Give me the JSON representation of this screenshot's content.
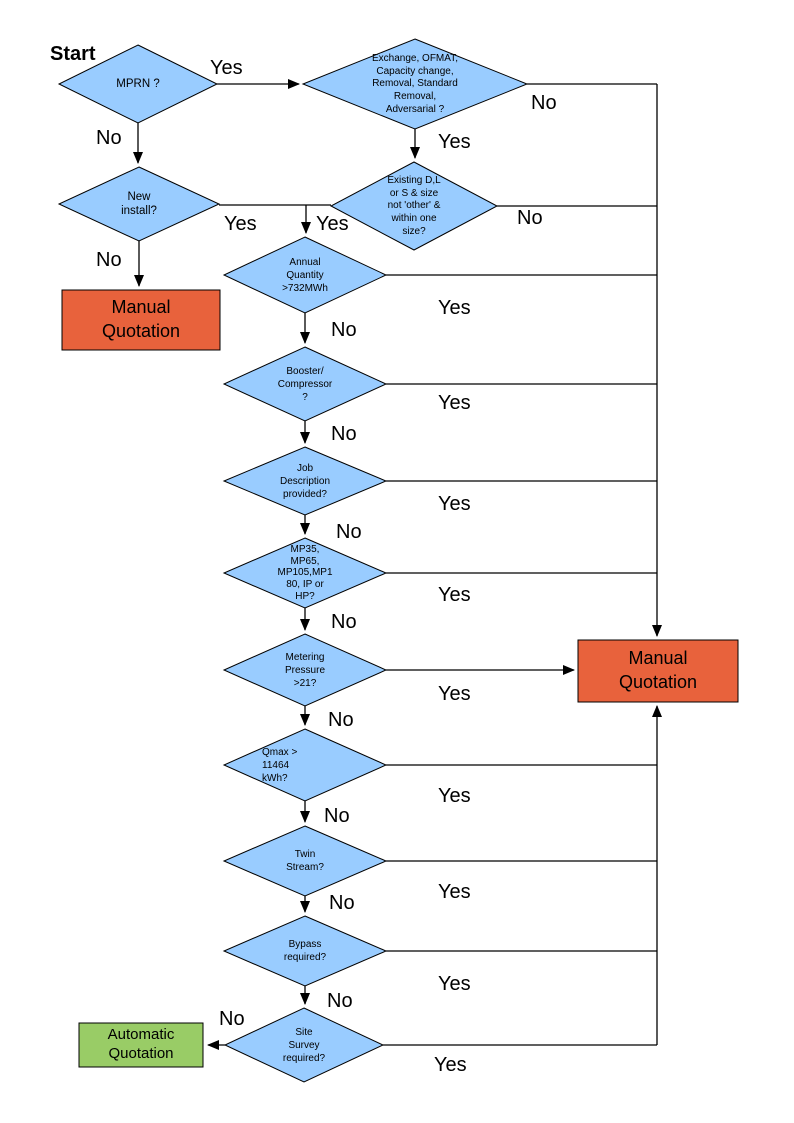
{
  "diagram": {
    "start_label": "Start",
    "decisions": {
      "mprn": "MPRN ?",
      "exchange": "Exchange, OFMAT,\nCapacity change,\nRemoval, Standard\nRemoval,\nAdversarial ?",
      "new_install": "New\ninstall?",
      "existing": "Existing D,L\nor S & size\nnot 'other' &\nwithin one\nsize?",
      "annual": "Annual\nQuantity\n>732MWh",
      "booster": "Booster/\nCompressor\n?",
      "job": "Job\nDescription\nprovided?",
      "mp": "MP35,\nMP65,\nMP105,MP1\n80, IP or\nHP?",
      "metering": "Metering\nPressure\n>21?",
      "qmax": "Qmax >\n11464\nkWh?",
      "twin": "Twin\nStream?",
      "bypass": "Bypass\nrequired?",
      "site": "Site\nSurvey\nrequired?"
    },
    "terminals": {
      "manual_left": "Manual\nQuotation",
      "manual_right": "Manual\nQuotation",
      "automatic": "Automatic\nQuotation"
    },
    "edge_labels": {
      "mprn_yes": "Yes",
      "mprn_no": "No",
      "exchange_yes": "Yes",
      "exchange_no": "No",
      "existing_yes": "Yes",
      "existing_no": "No",
      "new_install_yes": "Yes",
      "new_install_no": "No",
      "annual_yes": "Yes",
      "annual_no": "No",
      "booster_yes": "Yes",
      "booster_no": "No",
      "job_yes": "Yes",
      "job_no": "No",
      "mp_yes": "Yes",
      "mp_no": "No",
      "metering_yes": "Yes",
      "metering_no": "No",
      "qmax_yes": "Yes",
      "qmax_no": "No",
      "twin_yes": "Yes",
      "twin_no": "No",
      "bypass_yes": "Yes",
      "bypass_no": "No",
      "site_yes": "Yes",
      "site_no": "No"
    },
    "colors": {
      "decision_fill": "#99CCFF",
      "manual_fill": "#E8623C",
      "automatic_fill": "#99CC66",
      "line": "#000000"
    }
  }
}
